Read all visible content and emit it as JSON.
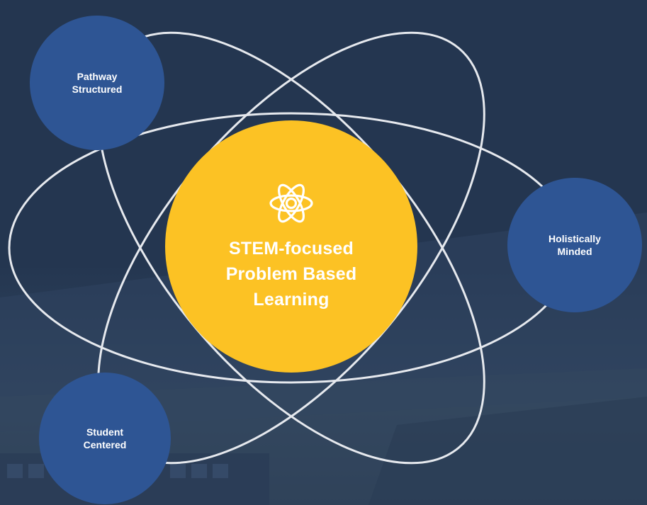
{
  "diagram": {
    "center": {
      "icon": "atom-icon",
      "lines": [
        "STEM-focused",
        "Problem Based",
        "Learning"
      ]
    },
    "nodes": {
      "pathway": {
        "lines": [
          "Pathway",
          "Structured"
        ]
      },
      "holistic": {
        "lines": [
          "Holistically",
          "Minded"
        ]
      },
      "student": {
        "lines": [
          "Student",
          "Centered"
        ]
      }
    }
  },
  "colors": {
    "background": "#243650",
    "center_fill": "#fcc224",
    "node_fill": "#2e5594",
    "orbit_stroke": "#e6e9ee",
    "text": "#ffffff"
  }
}
